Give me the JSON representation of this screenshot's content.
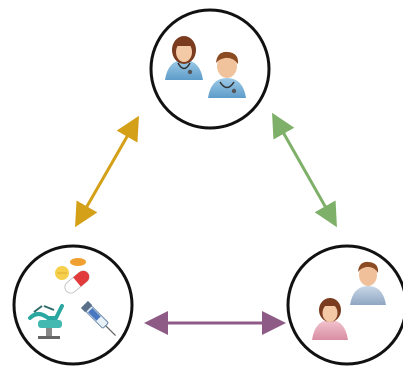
{
  "diagram": {
    "nodes": [
      {
        "id": "doctors",
        "icons": [
          "female-doctor-icon",
          "male-doctor-icon"
        ]
      },
      {
        "id": "treatment",
        "icons": [
          "pills-icon",
          "capsule-icon",
          "dental-chair-icon",
          "syringe-icon"
        ]
      },
      {
        "id": "patients",
        "icons": [
          "male-patient-icon",
          "female-patient-icon"
        ]
      }
    ],
    "links": [
      {
        "from": "doctors",
        "to": "treatment",
        "color": "#D4A017",
        "bidirectional": true
      },
      {
        "from": "doctors",
        "to": "patients",
        "color": "#7FB069",
        "bidirectional": true
      },
      {
        "from": "treatment",
        "to": "patients",
        "color": "#8E5A86",
        "bidirectional": true
      }
    ]
  }
}
